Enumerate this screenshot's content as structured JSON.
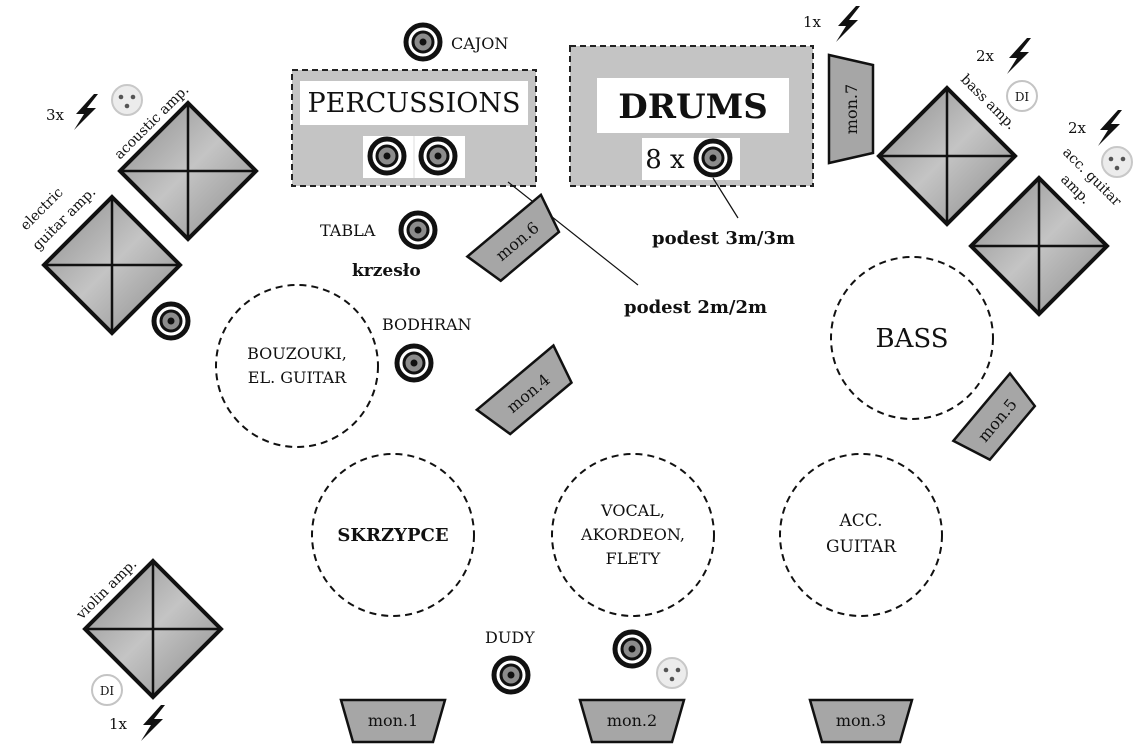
{
  "areas": {
    "percussions": "PERCUSSIONS",
    "drums": "DRUMS",
    "drums_count": "8 x"
  },
  "instruments": {
    "cajon": "CAJON",
    "tabla": "TABLA",
    "krzeslo": "krzesło",
    "bodhran": "BODHRAN",
    "dudy": "DUDY"
  },
  "platforms": {
    "big": "podest 3m/3m",
    "small": "podest 2m/2m"
  },
  "positions": {
    "bouzouki_1": "BOUZOUKI,",
    "bouzouki_2": "EL. GUITAR",
    "bass": "BASS",
    "skrzypce": "SKRZYPCE",
    "vocal_1": "VOCAL,",
    "vocal_2": "AKORDEON,",
    "vocal_3": "FLETY",
    "acc_1": "ACC.",
    "acc_2": "GUITAR"
  },
  "amps": {
    "electric_1": "electric",
    "electric_2": "guitar amp.",
    "acoustic": "acoustic amp.",
    "bass": "bass amp.",
    "acc_1": "acc. guitar",
    "acc_2": "amp.",
    "violin": "violin amp."
  },
  "power": {
    "left": "3x",
    "drums": "1x",
    "bass": "2x",
    "acc": "2x",
    "violin": "1x"
  },
  "di": {
    "bass": "DI",
    "violin": "DI"
  },
  "monitors": {
    "m1": "mon.1",
    "m2": "mon.2",
    "m3": "mon.3",
    "m4": "mon.4",
    "m5": "mon.5",
    "m6": "mon.6",
    "m7": "mon.7"
  }
}
